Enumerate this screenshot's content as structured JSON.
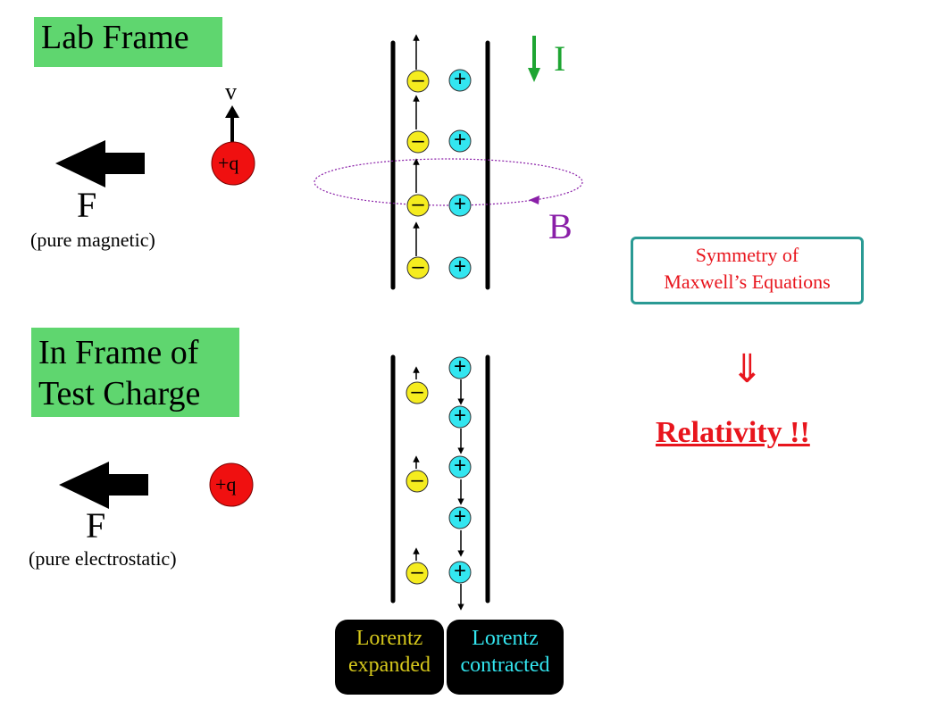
{
  "top": {
    "frame_label": "Lab Frame",
    "velocity_label": "v",
    "charge_label": "+q",
    "force_label": "F",
    "force_note": "(pure magnetic)",
    "current_label": "I",
    "field_label": "B"
  },
  "bottom": {
    "frame_label_line1": "In Frame of",
    "frame_label_line2": "Test Charge",
    "charge_label": "+q",
    "force_label": "F",
    "force_note": "(pure electrostatic)",
    "lorentz_expanded_line1": "Lorentz",
    "lorentz_expanded_line2": "expanded",
    "lorentz_contracted_line1": "Lorentz",
    "lorentz_contracted_line2": "contracted"
  },
  "right": {
    "symmetry_line1": "Symmetry of",
    "symmetry_line2": "Maxwell’s Equations",
    "implies_symbol": "⇓",
    "conclusion": "Relativity !!"
  },
  "symbols": {
    "minus": "–",
    "plus": "+"
  },
  "colors": {
    "frame_box": "#5fd66f",
    "negative_charge": "#f5ec1f",
    "positive_charge": "#33e6f0",
    "test_charge": "#f01010",
    "current_arrow": "#1ea532",
    "field": "#8a1fa8",
    "relativity_text": "#e8151d",
    "symmetry_border": "#2a9a94",
    "lorentz_expanded_text": "#d6c81c",
    "lorentz_contracted_text": "#33e6f0"
  }
}
